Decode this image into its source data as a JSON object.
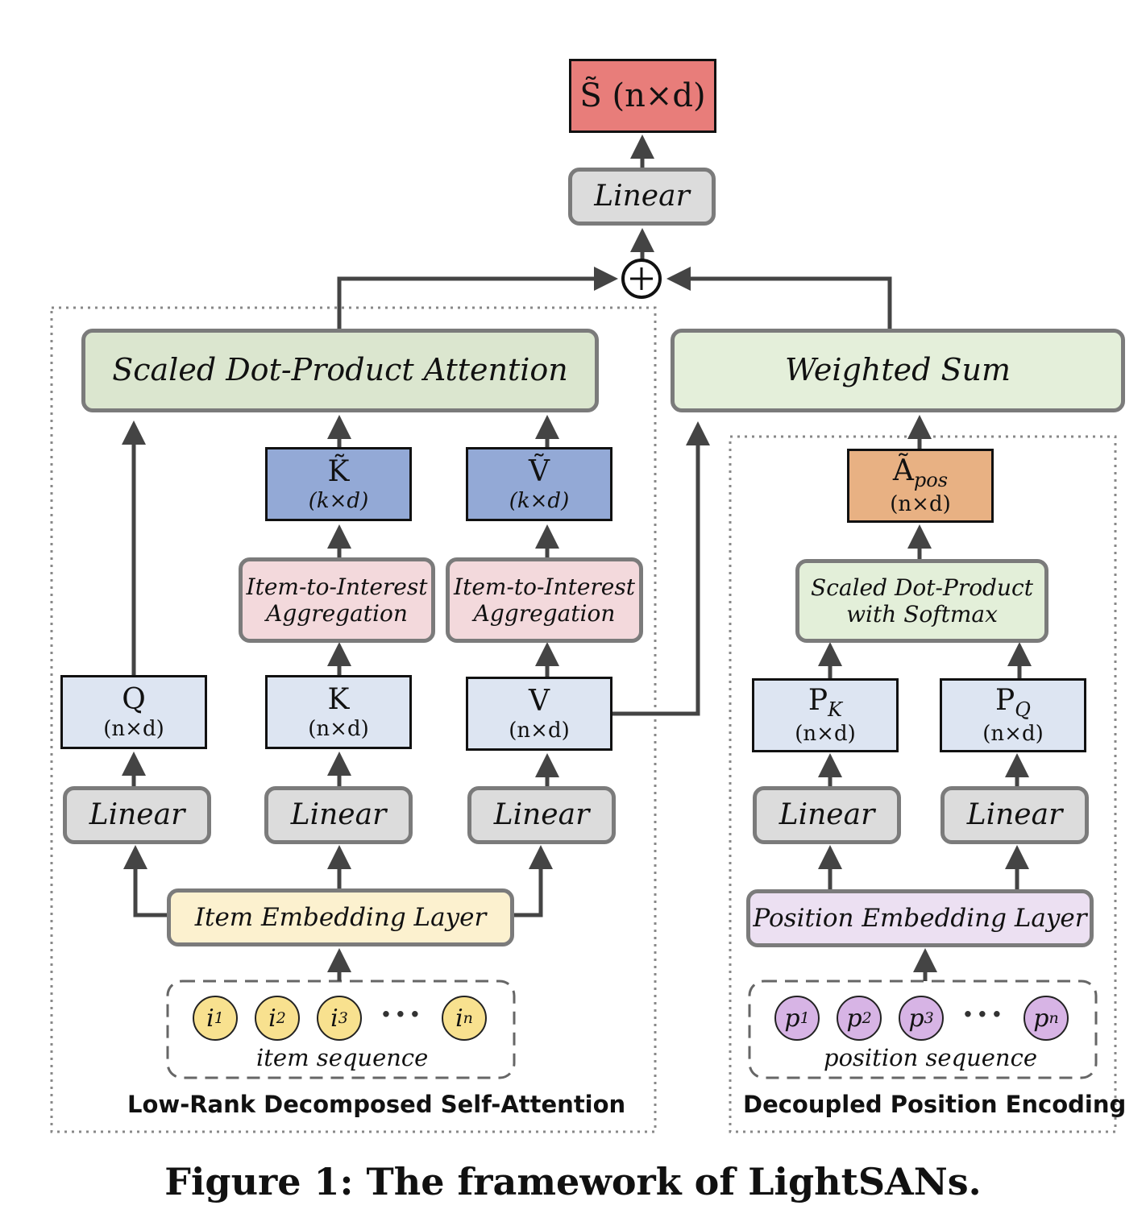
{
  "output": {
    "label": "S̃ (n×d)"
  },
  "top_linear": {
    "label": "Linear"
  },
  "plus": {
    "symbol": "+"
  },
  "left": {
    "region_label": "Low-Rank Decomposed Self-Attention",
    "attention": "Scaled Dot-Product Attention",
    "k_tilde": {
      "symbol": "K̃",
      "dim": "(k×d)"
    },
    "v_tilde": {
      "symbol": "Ṽ",
      "dim": "(k×d)"
    },
    "agg_k": {
      "line1": "Item-to-Interest",
      "line2": "Aggregation"
    },
    "agg_v": {
      "line1": "Item-to-Interest",
      "line2": "Aggregation"
    },
    "q": {
      "symbol": "Q",
      "dim": "(n×d)"
    },
    "k": {
      "symbol": "K",
      "dim": "(n×d)"
    },
    "v": {
      "symbol": "V",
      "dim": "(n×d)"
    },
    "linear_q": "Linear",
    "linear_k": "Linear",
    "linear_v": "Linear",
    "embedding": "Item Embedding Layer",
    "tokens": [
      "i",
      "i",
      "i",
      "i"
    ],
    "token_subs": [
      "1",
      "2",
      "3",
      "n"
    ],
    "ellipsis": "···",
    "sequence_label": "item sequence"
  },
  "right": {
    "region_label": "Decoupled Position Encoding",
    "weighted_sum": "Weighted Sum",
    "a_pos": {
      "symbol": "Ã",
      "symbol_sub": "pos",
      "dim": "(n×d)"
    },
    "softmax": {
      "line1": "Scaled Dot-Product",
      "line2": "with Softmax"
    },
    "pk": {
      "symbol": "P",
      "symbol_sub": "K",
      "dim": "(n×d)"
    },
    "pq": {
      "symbol": "P",
      "symbol_sub": "Q",
      "dim": "(n×d)"
    },
    "linear_pk": "Linear",
    "linear_pq": "Linear",
    "embedding": "Position Embedding Layer",
    "tokens": [
      "p",
      "p",
      "p",
      "p"
    ],
    "token_subs": [
      "1",
      "2",
      "3",
      "n"
    ],
    "ellipsis": "···",
    "sequence_label": "position sequence"
  },
  "caption": "Figure 1: The framework of LightSANs.",
  "colors": {
    "output_fill": "#e87d7a",
    "linear_fill": "#dcdcdc",
    "attention_fill": "#dbe6cf",
    "weighted_sum_fill": "#e4efda",
    "tilde_fill": "#93a9d6",
    "agg_fill": "#f3d9dc",
    "qkv_fill": "#dde5f2",
    "apos_fill": "#e8b183",
    "softmax_fill": "#e3efd9",
    "item_embedding_fill": "#fcf1cf",
    "position_embedding_fill": "#ece0f2",
    "item_token_fill": "#f8e18f",
    "position_token_fill": "#d7b4e5",
    "arrow": "#444444"
  }
}
